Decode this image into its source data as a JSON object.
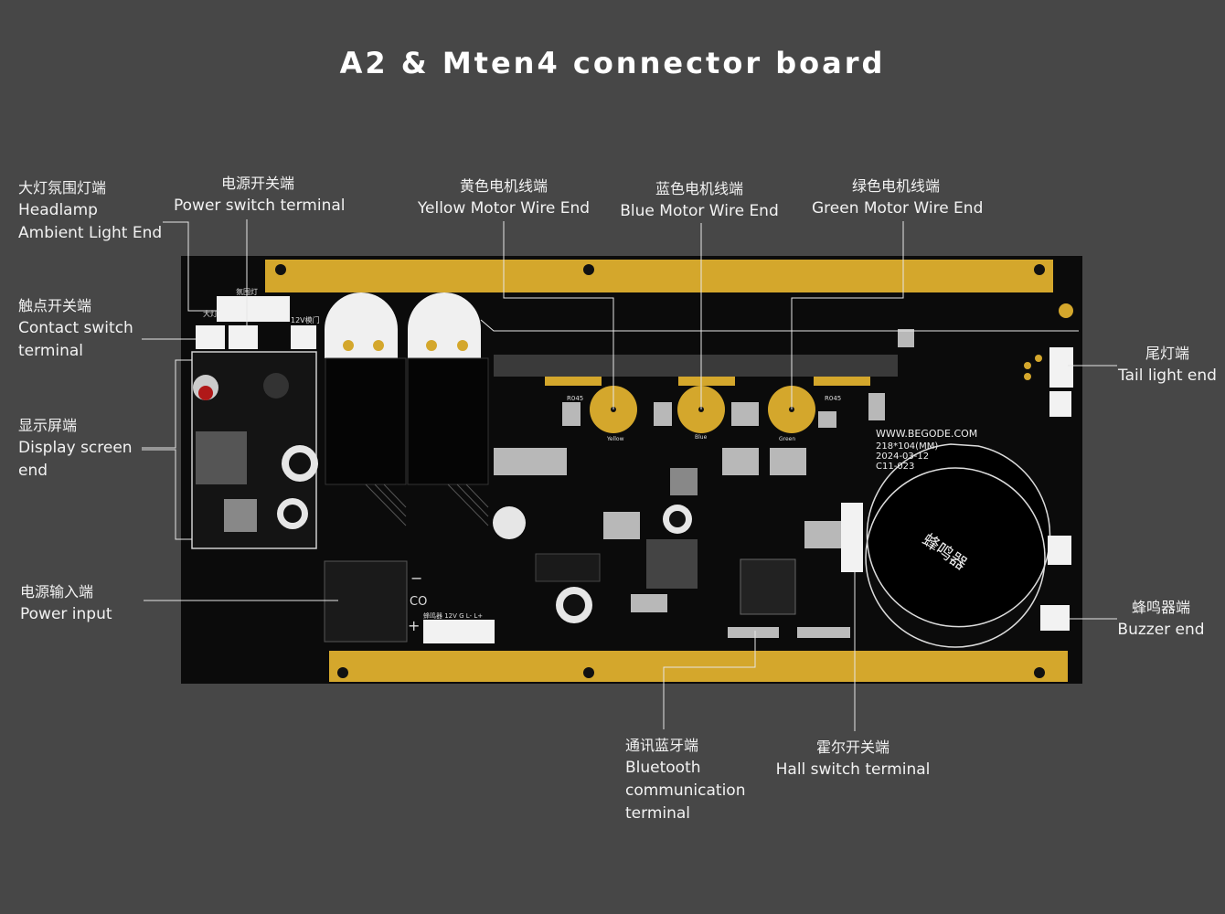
{
  "title": "A2 & Mten4 connector board",
  "labels": {
    "headlamp": {
      "zh": "大灯氛围灯端",
      "en1": "Headlamp",
      "en2": "Ambient Light End"
    },
    "power_switch": {
      "zh": "电源开关端",
      "en": "Power switch terminal"
    },
    "yellow_motor": {
      "zh": "黄色电机线端",
      "en": "Yellow Motor Wire End"
    },
    "blue_motor": {
      "zh": "蓝色电机线端",
      "en": "Blue Motor Wire End"
    },
    "green_motor": {
      "zh": "绿色电机线端",
      "en": "Green Motor Wire End"
    },
    "contact_switch": {
      "zh": "触点开关端",
      "en1": "Contact switch",
      "en2": "terminal"
    },
    "display": {
      "zh": "显示屏端",
      "en1": "Display screen",
      "en2": "end"
    },
    "power_input": {
      "zh": "电源输入端",
      "en": "Power input"
    },
    "tail_light": {
      "zh": "尾灯端",
      "en": "Tail light end"
    },
    "buzzer": {
      "zh": "蜂鸣器端",
      "en": "Buzzer end"
    },
    "bluetooth": {
      "zh": "通讯蓝牙端",
      "en1": "Bluetooth",
      "en2": "communication",
      "en3": "terminal"
    },
    "hall": {
      "zh": "霍尔开关端",
      "en": "Hall switch terminal"
    }
  },
  "board_text": {
    "website": "WWW.BEGODE.COM",
    "size": "218*104(MM)",
    "date": "2024-03-12",
    "code": "C11-023",
    "buzzer_cn": "蜂鸣器",
    "yellow": "Yellow",
    "blue": "Blue",
    "green": "Green",
    "silk_headlamp": "氛围灯",
    "silk_big": "大灯",
    "silk_12v": "12V模门",
    "silk_buzz": "蜂鸣器",
    "silk_bottom": "蜂鸣器 12V G  L- L+",
    "r045a": "R045",
    "r045b": "R045",
    "co": "CO",
    "plus": "+",
    "minus": "−"
  },
  "colors": {
    "background": "#474747",
    "pcb": "#0b0b0b",
    "gold": "#d4a72c",
    "leader": "#e6e6e6"
  }
}
